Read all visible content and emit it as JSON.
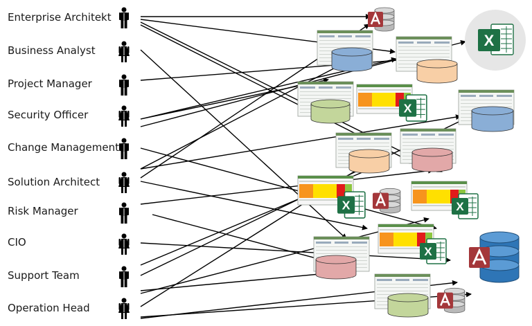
{
  "roles": [
    {
      "label": "Enterprise Architekt",
      "icon": "man-icon"
    },
    {
      "label": "Business Analyst",
      "icon": "woman-icon"
    },
    {
      "label": "Project Manager",
      "icon": "man-icon"
    },
    {
      "label": "Security Officer",
      "icon": "woman-icon"
    },
    {
      "label": "Change Management",
      "icon": "man-icon"
    },
    {
      "label": "Solution Architect",
      "icon": "woman-icon"
    },
    {
      "label": "Risk Manager",
      "icon": "man-icon"
    },
    {
      "label": "CIO",
      "icon": "woman-icon"
    },
    {
      "label": "Support Team",
      "icon": "man-icon"
    },
    {
      "label": "Operation Head",
      "icon": "woman-icon"
    }
  ],
  "icons": {
    "excel_logo_letter": "X",
    "excel_color": "#1e7145",
    "access_color": "#a4373a"
  },
  "colors": {
    "db_blue": "#8aaed6",
    "db_peach": "#f8cfa6",
    "db_green": "#c3d69b",
    "db_pink": "#e2a8a8",
    "arrow": "#000000"
  }
}
